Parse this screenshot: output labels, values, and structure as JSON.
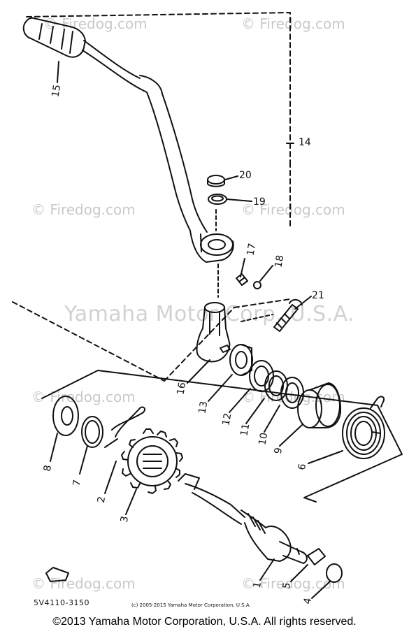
{
  "watermark_site": "© Firedog.com",
  "watermark_corp": "Yamaha Motor Corp, U.S.A.",
  "part_labels": {
    "p1": "1",
    "p2": "2",
    "p3": "3",
    "p4": "4",
    "p5": "5",
    "p6": "6",
    "p7": "7",
    "p8": "8",
    "p9": "9",
    "p10": "10",
    "p11": "11",
    "p12": "12",
    "p13": "13",
    "p14": "14",
    "p15": "15",
    "p16": "16",
    "p17": "17",
    "p18": "18",
    "p19": "19",
    "p20": "20",
    "p21": "21"
  },
  "diagram_code": "5V4110-3150",
  "inner_copyright": "(c) 2005-2015 Yamaha Motor Corporation, U.S.A.",
  "footer_copyright": "©2013 Yamaha Motor Corporation, U.S.A. All rights reserved."
}
